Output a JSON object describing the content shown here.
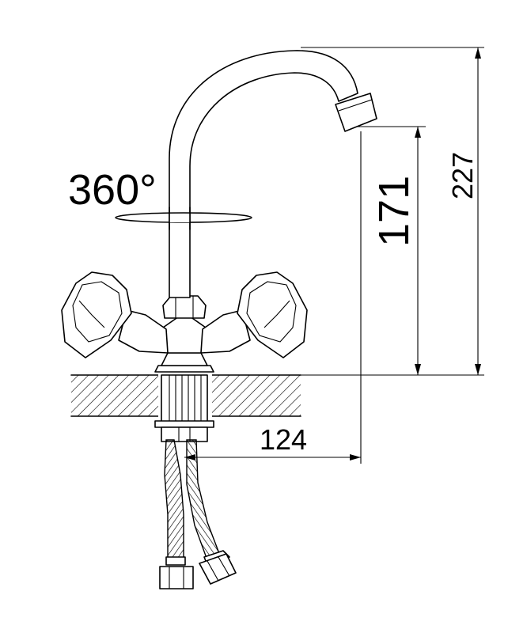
{
  "annotations": {
    "rotation": "360°",
    "spout_height": "171",
    "total_height": "227",
    "spout_reach": "124"
  }
}
